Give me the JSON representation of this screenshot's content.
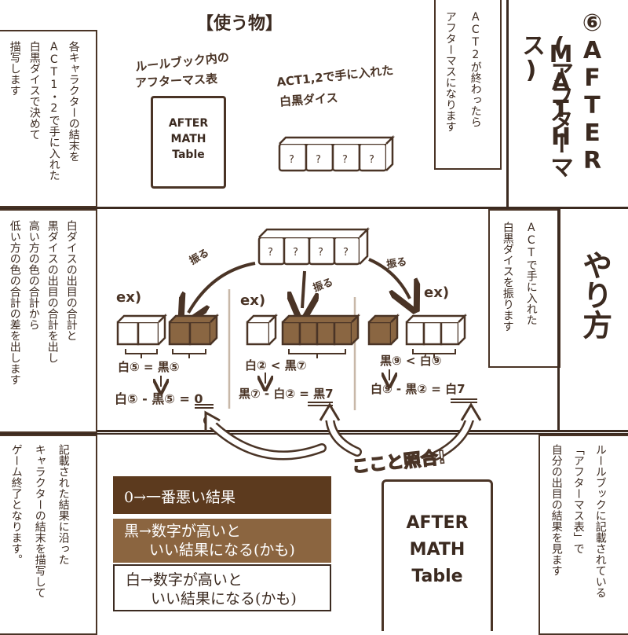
{
  "colors": {
    "ink": "#3b2a20",
    "dark_brown": "#5c3a1e",
    "mid_brown": "#8a6642",
    "accent_brown": "#8b6540"
  },
  "title_block": {
    "number": "⑥",
    "line1": "AFTER",
    "line2": "MATH",
    "line3": "(アフターマス)"
  },
  "act_note": {
    "lines": [
      "ACT2が終わったら",
      "アフターマスになります"
    ]
  },
  "items": {
    "heading": "【使う物】",
    "rulebook_label_1": "ルールブック内の",
    "rulebook_label_2": "アフターマス表",
    "dice_label_1": "ACT1,2で手に入れた",
    "dice_label_2": "白黒ダイス",
    "table_lines": [
      "AFTER",
      "MATH",
      "Table"
    ]
  },
  "left_note_top": {
    "lines": [
      "各キャラクターの結末を",
      "ACT1・2で手に入れた",
      "白黒ダイスで決めて",
      "描写します"
    ]
  },
  "method": {
    "title": "やり方",
    "right_note": [
      "ACTで手に入れた",
      "白黒ダイスを振ります"
    ],
    "left_note": [
      "白ダイスの出目の合計と",
      "黒ダイスの出目の合計を出し",
      "高い方の色の合計から",
      "低い方の色の合計の差を出します"
    ],
    "shake": "振る",
    "ex": "ex)",
    "ex1": {
      "line1": "白⑤ = 黒⑤",
      "line2": "白⑤ - 黒⑤ = 0"
    },
    "ex2": {
      "line1": "白② < 黒⑦",
      "line2": "黒⑦ - 白② = 黒7"
    },
    "ex3": {
      "line1": "黒⑨ < 白⑨",
      "line2": "白⑨ - 黒② = 白7"
    }
  },
  "bottom": {
    "left_note": [
      "記載された結果に沿った",
      "キャラクターの結末を描写して",
      "ゲーム終了となります。"
    ],
    "right_note": [
      "ルールブックに記載されている",
      "「アフターマス表」で",
      "自分の出目の結果を見ます"
    ],
    "check_label": "ここと照合!",
    "result_zero": "0→一番悪い結果",
    "result_black_1": "黒→数字が高いと",
    "result_black_2": "いい結果になる(かも)",
    "result_white_1": "白→数字が高いと",
    "result_white_2": "いい結果になる(かも)",
    "table_lines": [
      "AFTER",
      "MATH",
      "Table"
    ]
  }
}
